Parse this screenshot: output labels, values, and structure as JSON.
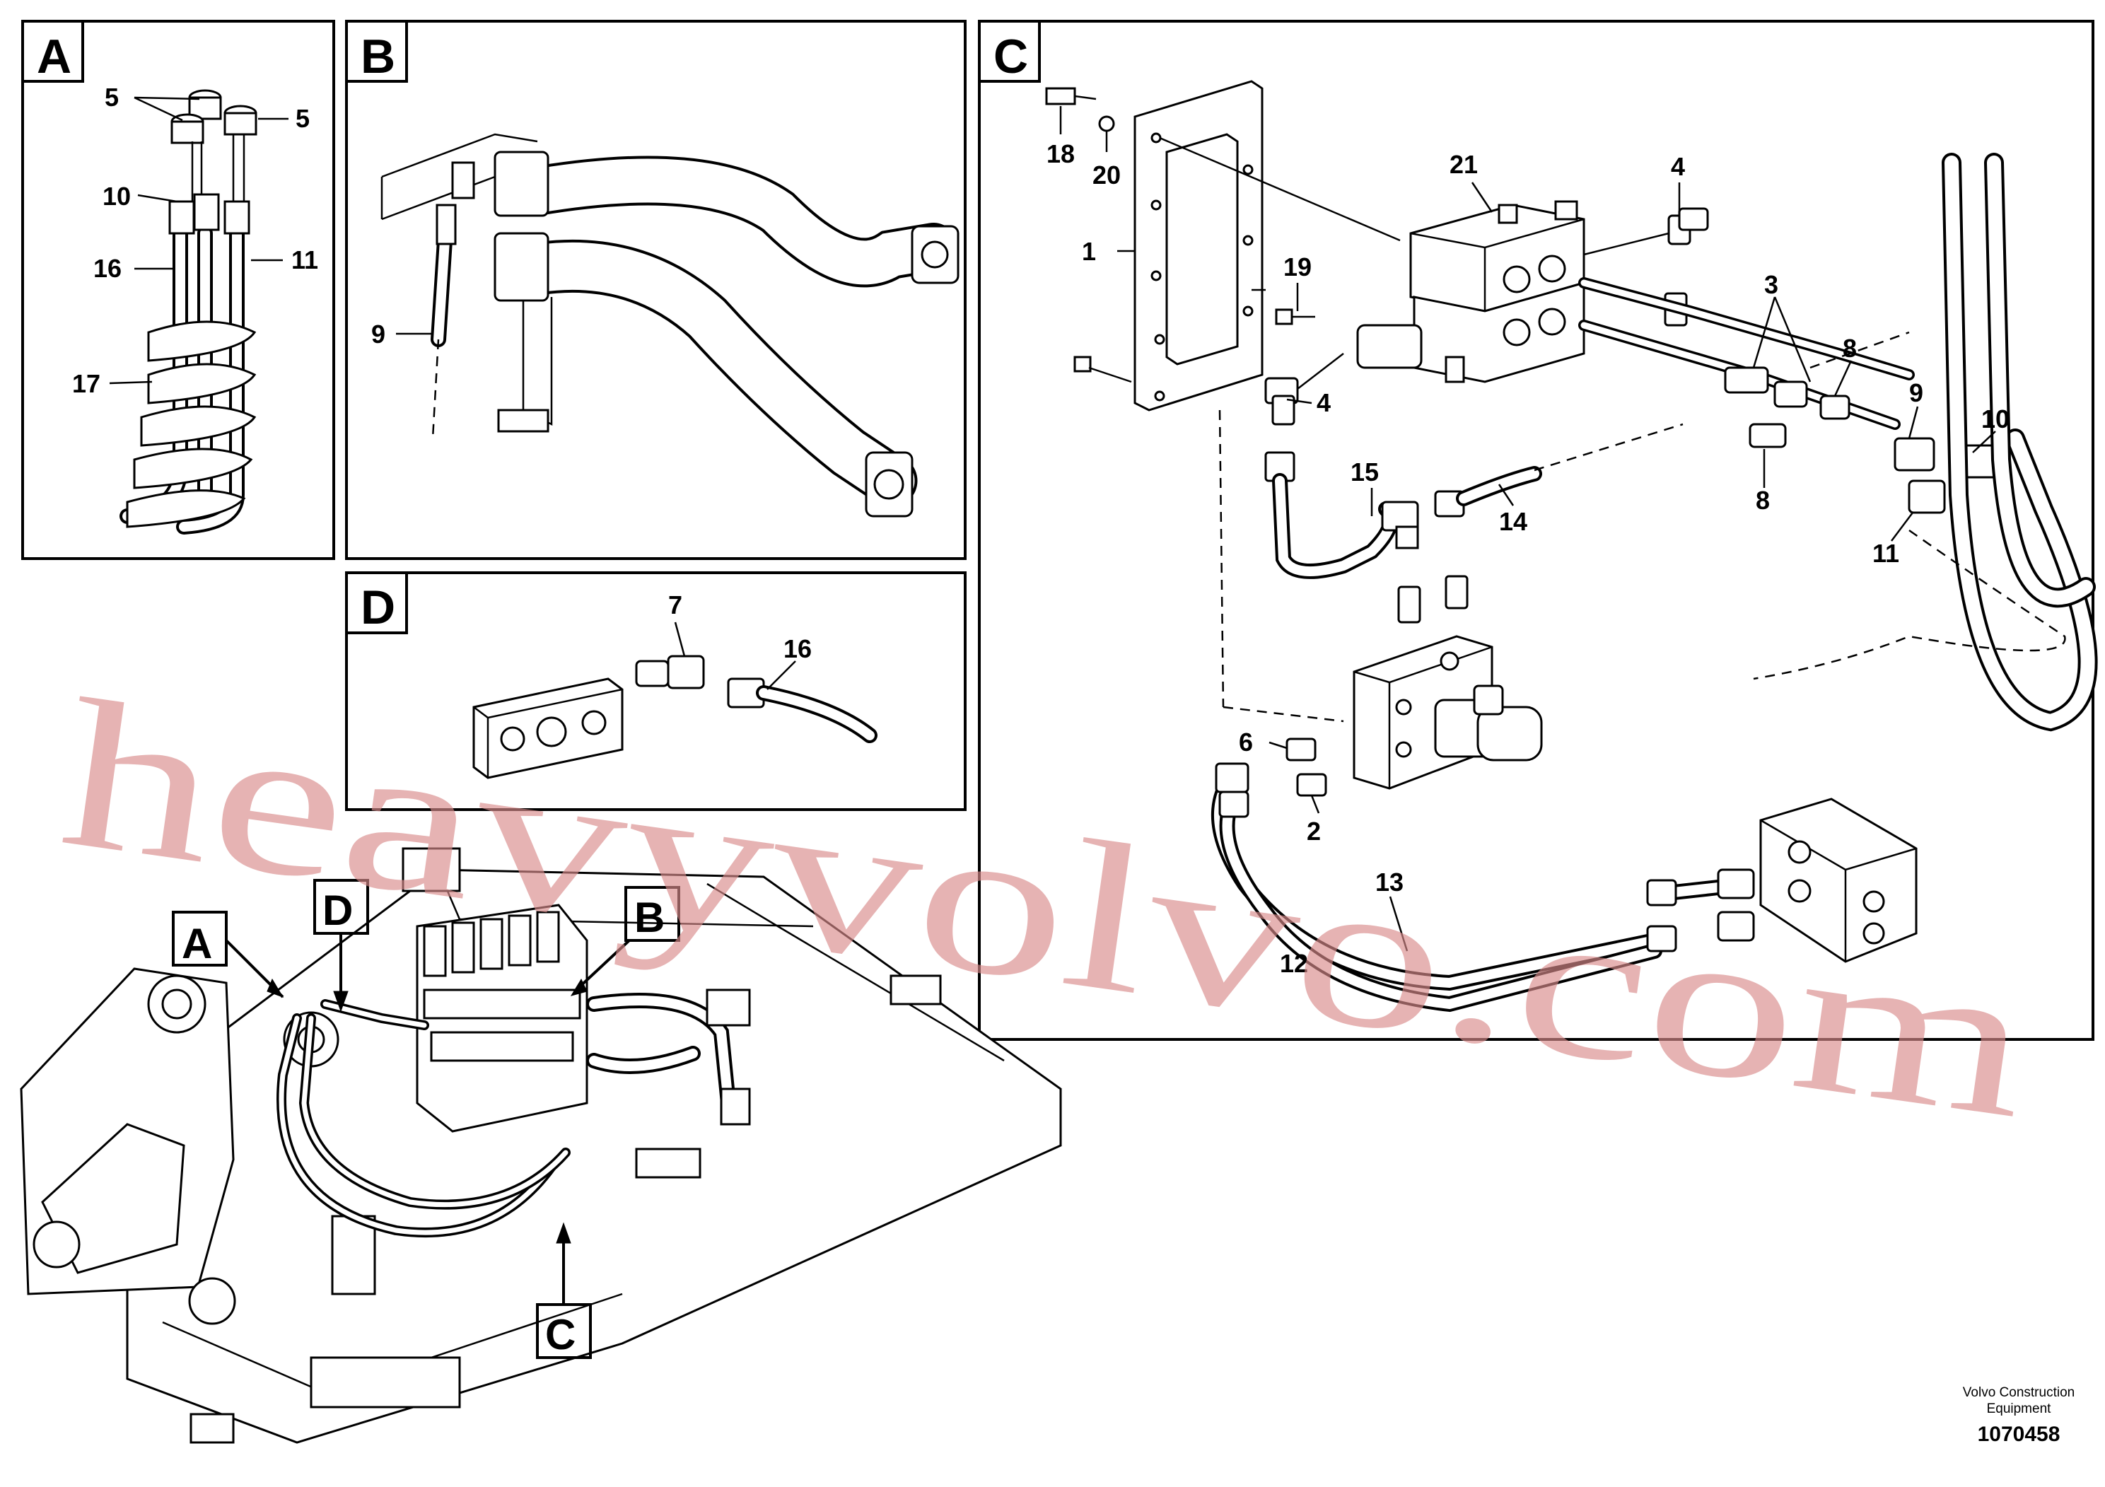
{
  "panels": {
    "A": {
      "letter": "A",
      "callouts": [
        "5",
        "5",
        "10",
        "16",
        "11",
        "17"
      ]
    },
    "B": {
      "letter": "B",
      "callouts": [
        "9"
      ]
    },
    "C": {
      "letter": "C",
      "callouts": [
        "18",
        "20",
        "21",
        "4",
        "1",
        "19",
        "3",
        "8",
        "9",
        "10",
        "4",
        "15",
        "14",
        "8",
        "11",
        "6",
        "2",
        "13",
        "12"
      ]
    },
    "D": {
      "letter": "D",
      "callouts": [
        "7",
        "16"
      ]
    }
  },
  "overview_markers": [
    "A",
    "D",
    "B",
    "C"
  ],
  "watermark": "heavyvolvo.com",
  "footer": {
    "company_line1": "Volvo Construction",
    "company_line2": "Equipment",
    "drawing_number": "1070458"
  }
}
